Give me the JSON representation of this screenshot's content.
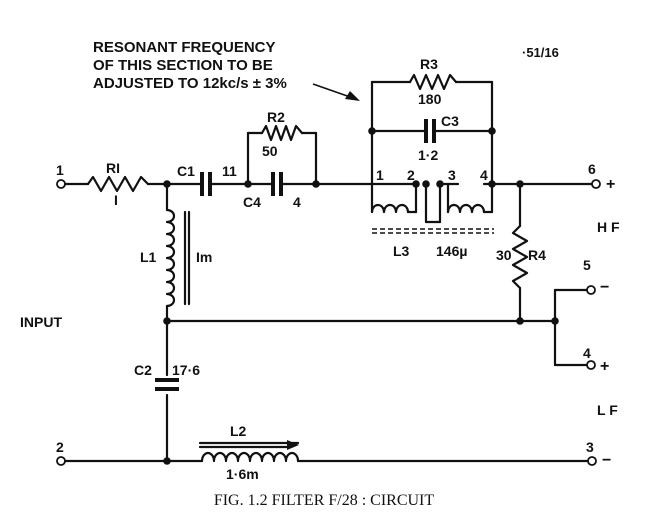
{
  "figure": {
    "caption": "FIG. 1.2  FILTER F/28 : CIRCUIT",
    "ref_mark": "·51/16"
  },
  "note": {
    "line1": "RESONANT FREQUENCY",
    "line2": "OF THIS SECTION TO BE",
    "line3": "ADJUSTED TO 12kc/s ± 3%"
  },
  "components": {
    "R1": {
      "name": "RI",
      "value": "I"
    },
    "R2": {
      "name": "R2",
      "value": "50"
    },
    "R3": {
      "name": "R3",
      "value": "180"
    },
    "R4": {
      "name": "R4",
      "value": "30"
    },
    "C1": {
      "name": "C1",
      "value": "11"
    },
    "C2": {
      "name": "C2",
      "value": "17·6"
    },
    "C3": {
      "name": "C3",
      "value": "1·2"
    },
    "C4": {
      "name": "C4",
      "value": "4"
    },
    "L1": {
      "name": "L1",
      "value": "Im"
    },
    "L2": {
      "name": "L2",
      "value": "1·6m"
    },
    "L3": {
      "name": "L3",
      "value": "146µ"
    }
  },
  "tap_labels": {
    "t1": "1",
    "t2": "2",
    "t3": "3",
    "t4": "4"
  },
  "terminals": {
    "t1": "1",
    "t2": "2",
    "t3": "3",
    "t4": "4",
    "t5": "5",
    "t6": "6",
    "plus_hf": "+",
    "plus_lf": "+",
    "minus_5": "−",
    "minus_3": "−"
  },
  "group_labels": {
    "input": "INPUT",
    "hf": "H F",
    "lf": "L F"
  }
}
